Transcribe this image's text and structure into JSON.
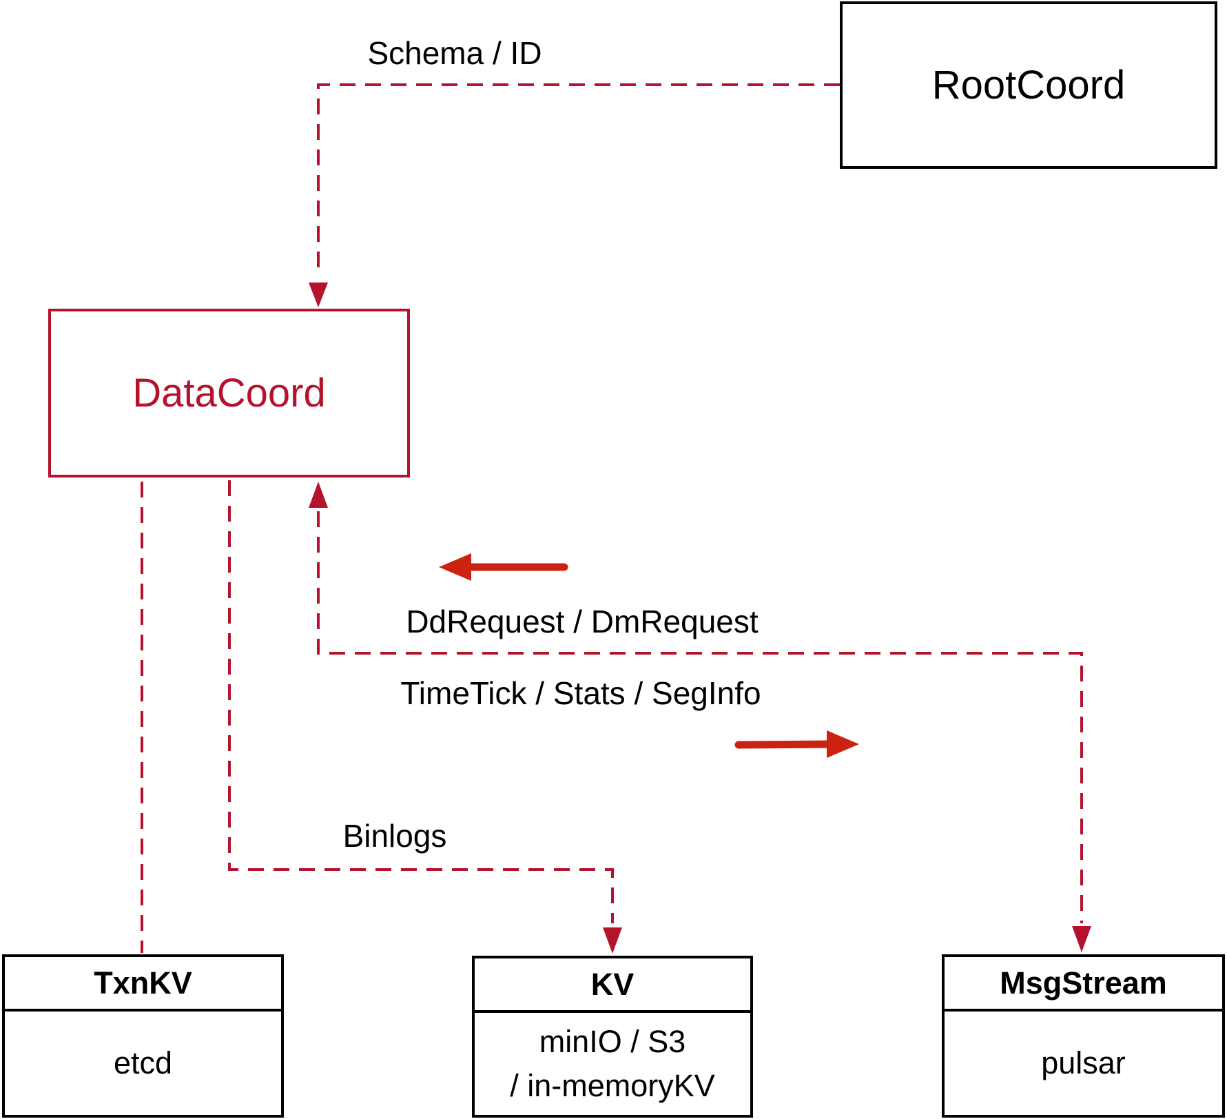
{
  "diagram": {
    "nodes": {
      "rootcoord": {
        "title": "RootCoord"
      },
      "datacoord": {
        "title": "DataCoord"
      },
      "txnkv": {
        "title": "TxnKV",
        "body": "etcd"
      },
      "kv": {
        "title": "KV",
        "body_line1": "minIO / S3",
        "body_line2": "/ in-memoryKV"
      },
      "msgstream": {
        "title": "MsgStream",
        "body": "pulsar"
      }
    },
    "edge_labels": {
      "schema_id": "Schema / ID",
      "dd_request": "DdRequest / DmRequest",
      "time_tick": "TimeTick / Stats / SegInfo",
      "binlogs": "Binlogs"
    },
    "colors": {
      "dashed_line": "#b5122d",
      "solid_arrow": "#cc2211",
      "box_border_black": "#000000",
      "datacoord_accent": "#b5122d"
    }
  }
}
